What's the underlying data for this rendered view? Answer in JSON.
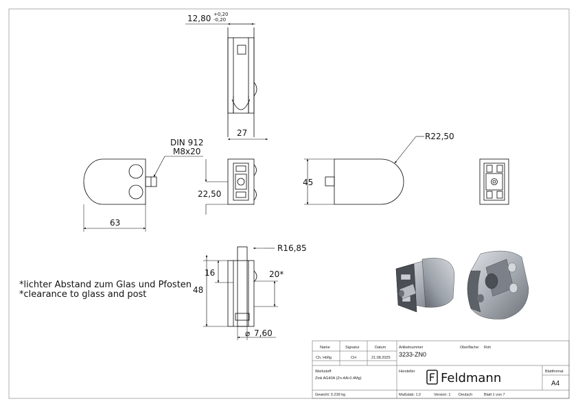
{
  "dimensions": {
    "top_width": "12,80",
    "top_tol_plus": "+0,20",
    "top_tol_minus": "-0,20",
    "depth_27": "27",
    "screw_line1": "DIN 912",
    "screw_line2": "M8x20",
    "length_63": "63",
    "offset_22_50": "22,50",
    "height_45": "45",
    "radius_22_50": "R22,50",
    "radius_16_85": "R16,85",
    "height_16": "16",
    "height_48": "48",
    "gap_20": "20*",
    "bore_7_60": "7,60",
    "diameter_symbol": "⌀"
  },
  "notes": {
    "line1": "*lichter Abstand zum Glas und Pfosten",
    "line2": "*clearance to glass and post"
  },
  "title_block": {
    "h_name": "Name",
    "h_signatur": "Signatur",
    "h_datum": "Datum",
    "h_artikelnummer": "Artikelnummer",
    "h_oberflaeche": "Oberfläche:",
    "oberflaeche_value": "Roh",
    "name_value": "Ch. Höfig",
    "signatur_value": "CH",
    "datum_value": "21.08.2025",
    "artikelnummer_value": "3233-ZN0",
    "werkstoff_label": "Werkstoff:",
    "werkstoff_value": "Zink AG40A (Zn-4Al-0.4Mg)",
    "hersteller_label": "Hersteller",
    "brand": "Feldmann",
    "blattformat_label": "Blattformat",
    "blattformat_value": "A4",
    "gewicht": "Gewicht: 0.239 kg",
    "massstab": "Maßstab: 1:2",
    "version": "Version: 1",
    "sprache": "Deutsch",
    "blatt": "Blatt 1 von 7"
  },
  "colors": {
    "line": "#000000",
    "metal_light": "#c4c7cc",
    "metal_mid": "#8d9299",
    "metal_dark": "#3b3f45",
    "brand": "#222222"
  }
}
